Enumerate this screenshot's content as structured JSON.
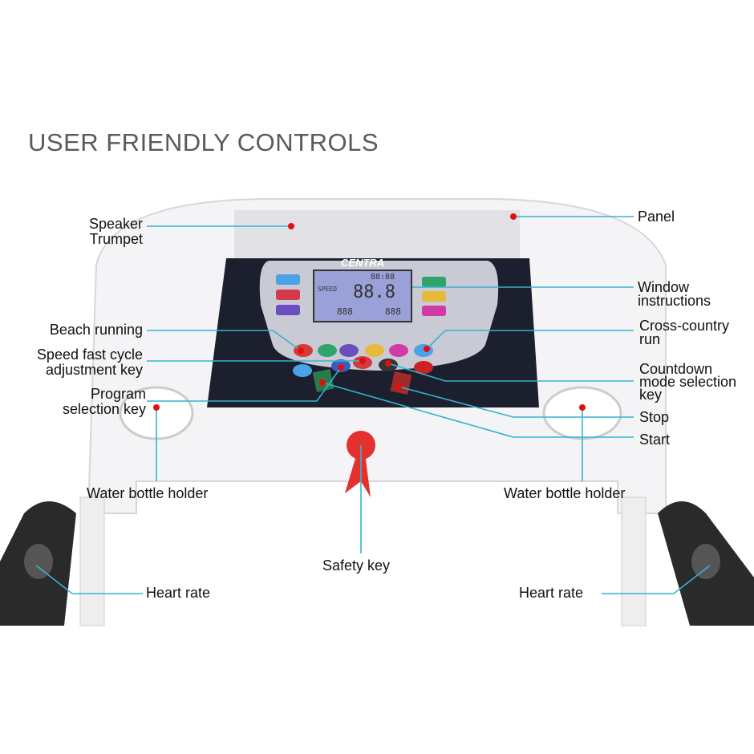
{
  "title": "USER FRIENDLY CONTROLS",
  "brand": "CENTRA",
  "lcd": {
    "speed_label": "SPEED",
    "main": "88.8",
    "time": "88:88",
    "left": "888",
    "right": "888"
  },
  "labels": {
    "speaker": "Speaker Trumpet",
    "panel": "Panel",
    "window": "Window instructions",
    "beach": "Beach running",
    "cross": "Cross-country run",
    "speed": "Speed fast cycle adjustment key",
    "countdown": "Countdown mode selection key",
    "program": "Program selection key",
    "stop": "Stop",
    "start": "Start",
    "water_left": "Water bottle holder",
    "water_right": "Water bottle holder",
    "safety": "Safety key",
    "heart_left": "Heart rate",
    "heart_right": "Heart rate"
  },
  "colors": {
    "line": "#35b4d0",
    "dot": "#e01010",
    "panel_dark": "#1c1f2e"
  }
}
